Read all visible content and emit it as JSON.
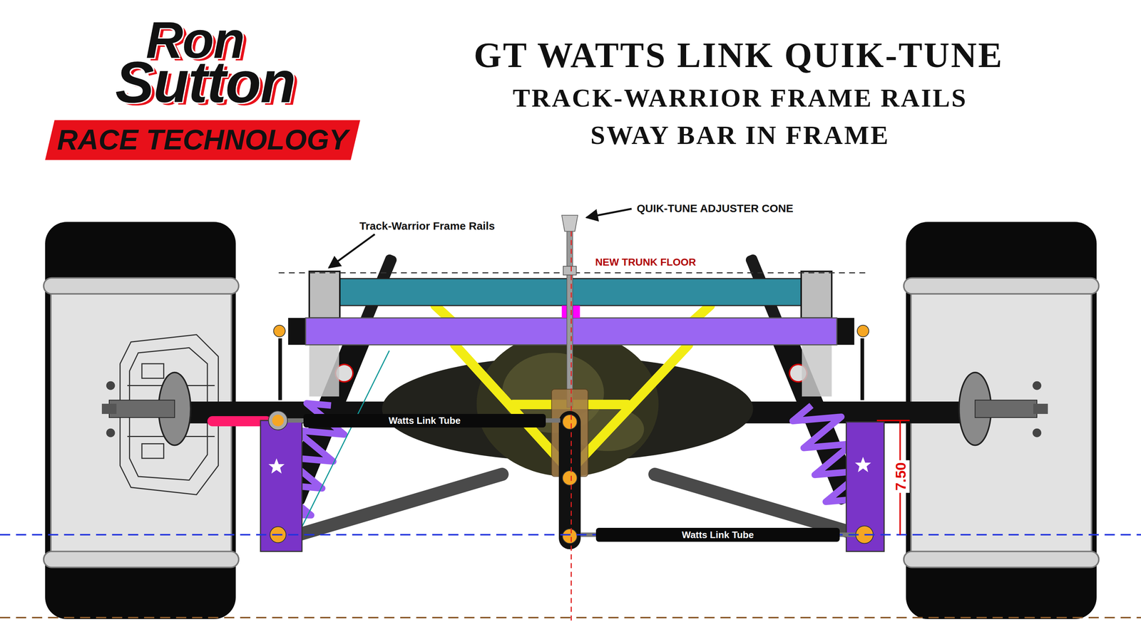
{
  "diagram": {
    "title": "GT WATTS LINK QUIK-TUNE",
    "nodes": [
      {
        "text": [
          "RACE TECHNOLOGY"
        ]
      },
      {
        "text": [
          "Watts Link Tube"
        ]
      },
      {
        "text": [
          "Watts Link Tube"
        ]
      }
    ],
    "labels": [
      "Ron",
      "Sutton",
      "TRACK-WARRIOR FRAME RAILS",
      "SWAY BAR IN FRAME",
      "QUIK-TUNE ADJUSTER CONE",
      "Track-Warrior Frame Rails",
      "NEW TRUNK FLOOR",
      "7.50"
    ]
  }
}
